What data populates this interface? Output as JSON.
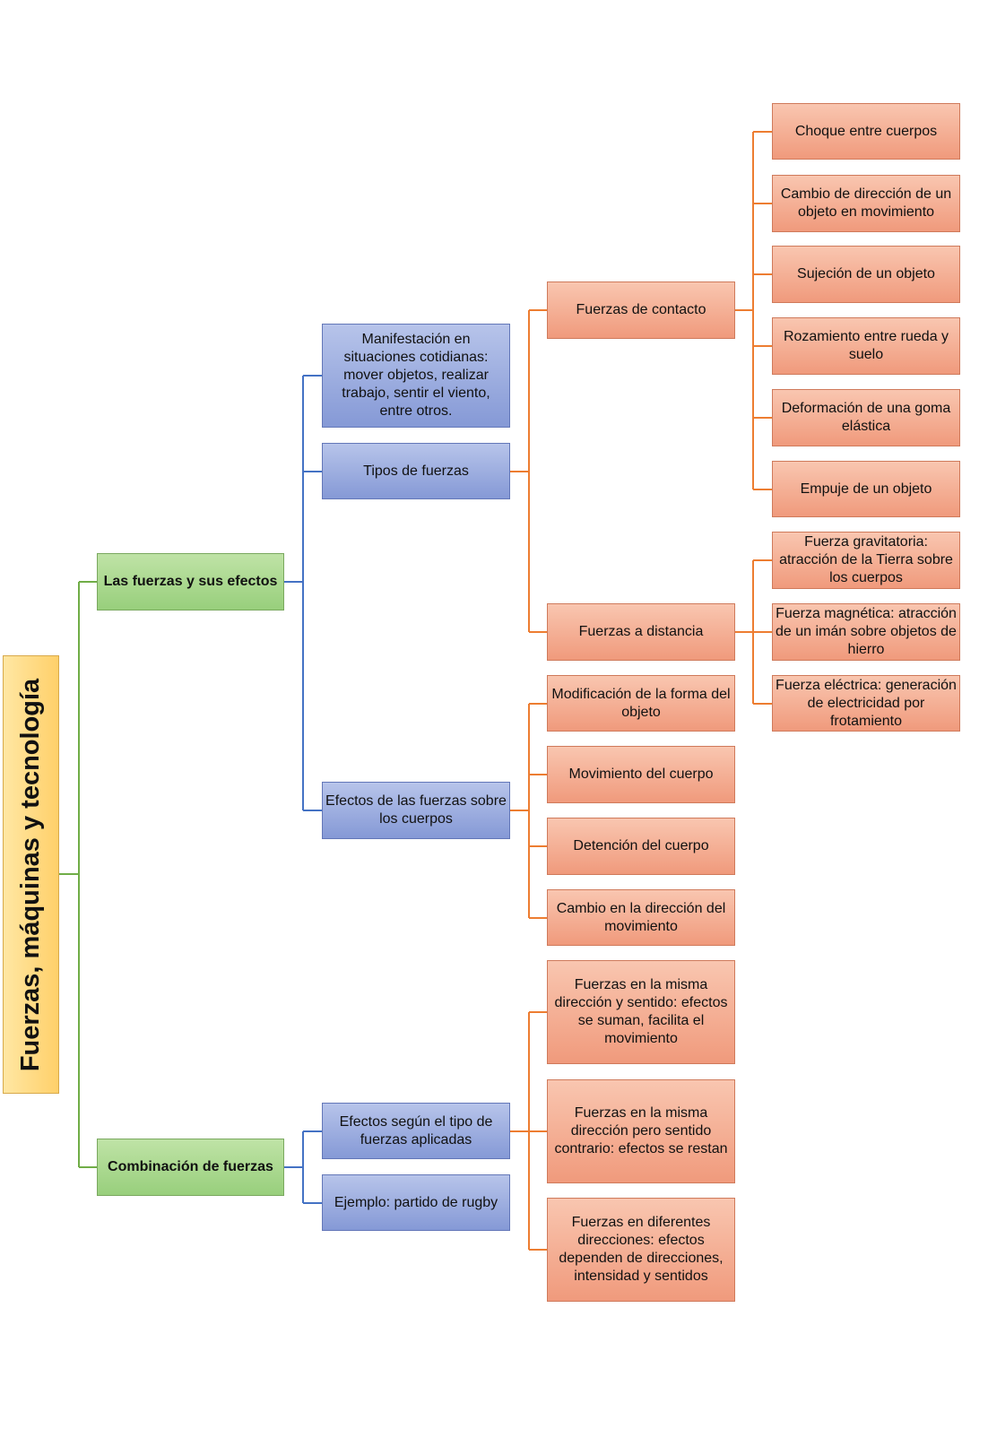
{
  "root": {
    "label": "Fuerzas, máquinas y tecnología",
    "color": "#ffd878"
  },
  "level1": {
    "efectos": "Las fuerzas y sus efectos",
    "combinacion": "Combinación de fuerzas"
  },
  "level2": {
    "manifestacion": "Manifestación en situaciones cotidianas: mover objetos, realizar trabajo, sentir el viento, entre otros.",
    "tipos": "Tipos de fuerzas",
    "efectos_cuerpos": "Efectos de las fuerzas sobre los cuerpos",
    "efectos_tipo": "Efectos según el tipo de fuerzas aplicadas",
    "ejemplo": "Ejemplo: partido de rugby"
  },
  "level3": {
    "contacto": "Fuerzas de contacto",
    "distancia": "Fuerzas a distancia",
    "modificacion": "Modificación de la forma del objeto",
    "movimiento": "Movimiento del cuerpo",
    "detencion": "Detención del cuerpo",
    "cambio_dir": "Cambio en la dirección del movimiento",
    "misma_sentido": "Fuerzas en la misma dirección y sentido: efectos se suman, facilita el movimiento",
    "misma_contrario": "Fuerzas en la misma dirección pero sentido contrario: efectos se restan",
    "diferentes": "Fuerzas en diferentes direcciones: efectos dependen de direcciones, intensidad y sentidos"
  },
  "level4": {
    "choque": "Choque entre cuerpos",
    "cambio_objeto": "Cambio de dirección de un objeto en movimiento",
    "sujecion": "Sujeción de un objeto",
    "rozamiento": "Rozamiento entre rueda y suelo",
    "deformacion": "Deformación de una goma elástica",
    "empuje": "Empuje de un objeto",
    "gravitatoria": "Fuerza gravitatoria: atracción de la Tierra sobre los cuerpos",
    "magnetica": "Fuerza magnética: atracción de un imán sobre objetos de hierro",
    "electrica": "Fuerza eléctrica: generación de electricidad por frotamiento"
  },
  "colors": {
    "green_connector": "#70ad47",
    "blue_connector": "#4472c4",
    "orange_connector": "#ed7d31"
  }
}
